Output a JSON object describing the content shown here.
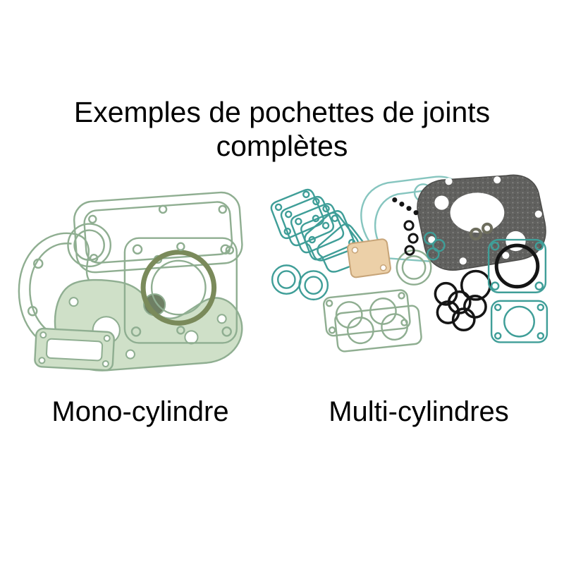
{
  "title": {
    "line1": "Exemples de pochettes de joints",
    "line2": "complètes"
  },
  "labels": {
    "mono": "Mono-cylindre",
    "multi": "Multi-cylindres"
  },
  "icons": {
    "mono_illustration": "single-cylinder-gasket-kit-illustration",
    "multi_illustration": "multi-cylinder-gasket-kit-illustration"
  },
  "colors": {
    "text": "#000000",
    "background": "#ffffff",
    "gasket_sage": "#8fae91",
    "gasket_sage_fill": "#cfe0c8",
    "gasket_teal": "#3f9e98",
    "gasket_teal_light": "#86c5bf",
    "gasket_tan": "#ecd0a8",
    "gasket_tan_edge": "#c7a478",
    "gasket_dark": "#61615f",
    "oring_black": "#151515",
    "olive_ring": "#7a8a5a"
  }
}
